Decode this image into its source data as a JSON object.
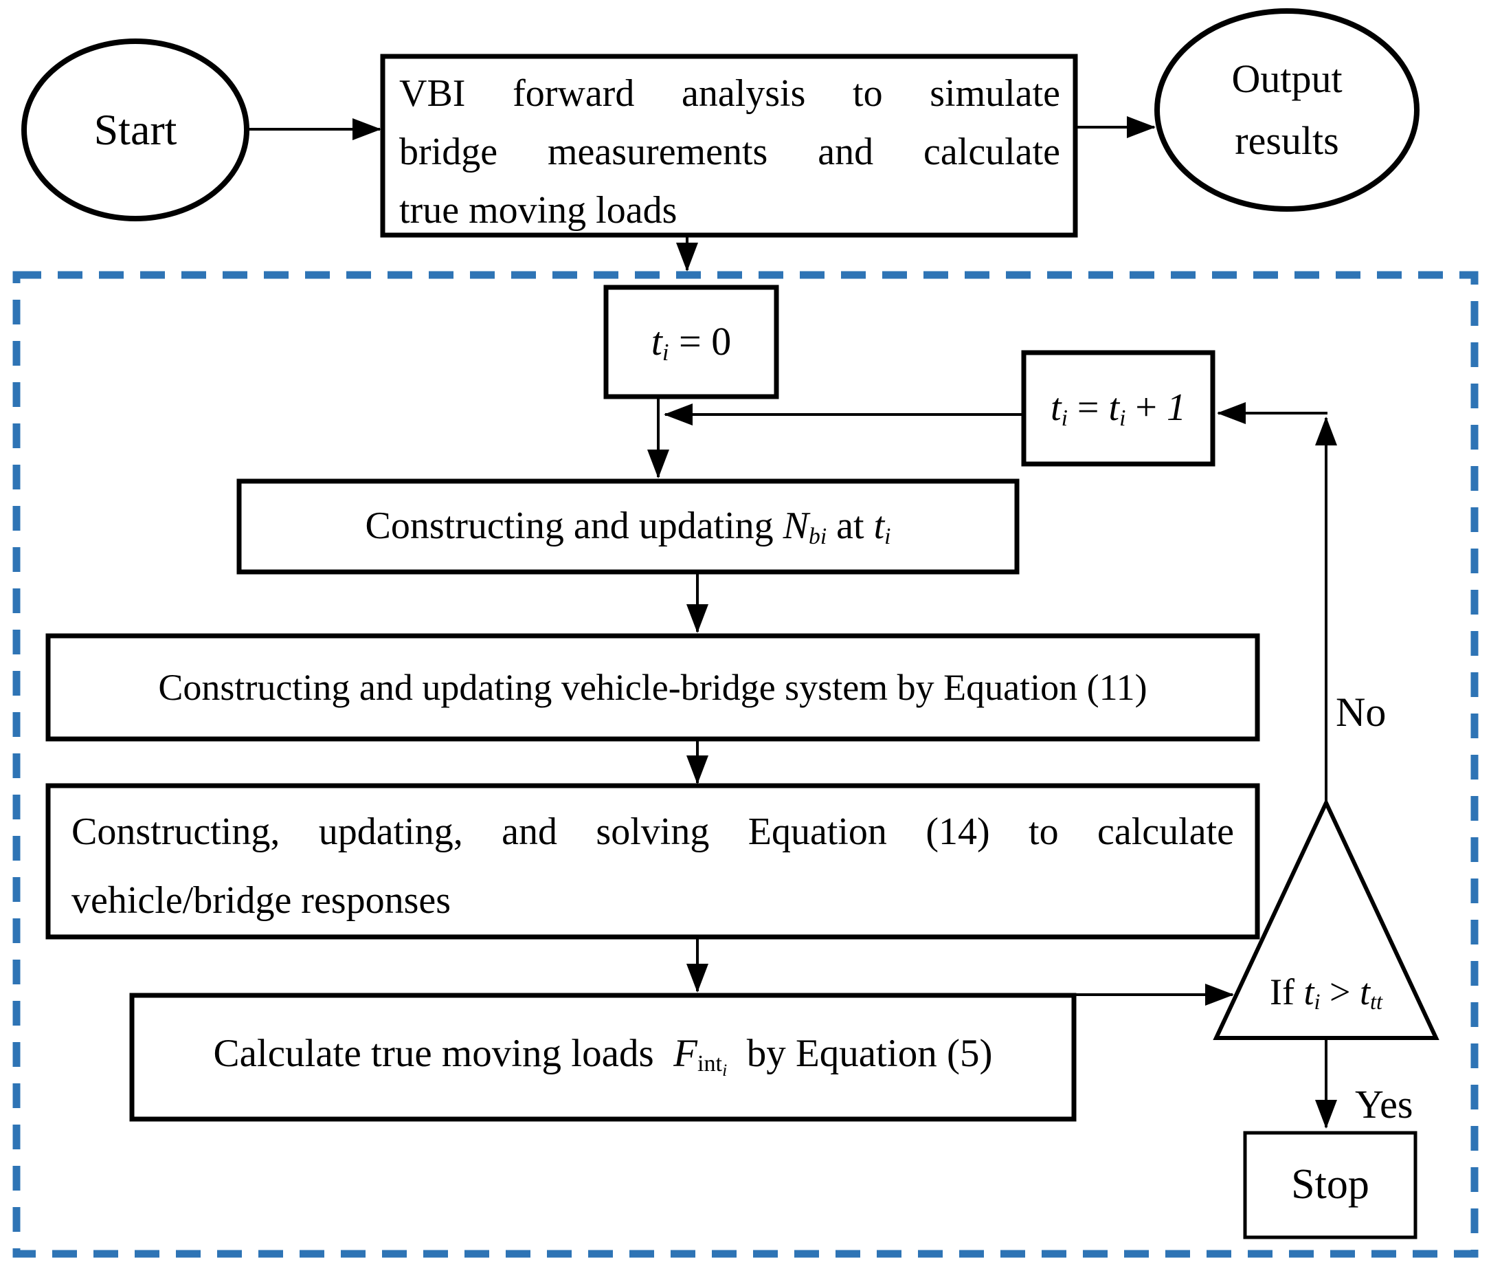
{
  "figure": {
    "colors": {
      "dashed_border": "#2E74B5",
      "stroke": "#000000"
    },
    "nodes": {
      "start": {
        "label": "Start"
      },
      "vbi": {
        "lines": [
          "VBI forward analysis to simulate",
          "bridge measurements and calculate",
          "true moving loads"
        ]
      },
      "output": {
        "lines": [
          "Output",
          "results"
        ]
      },
      "t_init": {
        "segments": [
          {
            "t": "t",
            "s": "var"
          },
          {
            "t": "i",
            "s": "sub"
          },
          {
            "t": " = 0",
            "s": "plain"
          }
        ]
      },
      "t_incr": {
        "segments": [
          {
            "t": "t",
            "s": "var"
          },
          {
            "t": "i",
            "s": "sub"
          },
          {
            "t": " = ",
            "s": "plain"
          },
          {
            "t": "t",
            "s": "var"
          },
          {
            "t": "i",
            "s": "sub"
          },
          {
            "t": " + ",
            "s": "plain"
          },
          {
            "t": "1",
            "s": "var"
          }
        ]
      },
      "nbi": {
        "segments": [
          {
            "t": "Constructing and updating ",
            "s": "plain"
          },
          {
            "t": "N",
            "s": "var"
          },
          {
            "t": "bi",
            "s": "sub"
          },
          {
            "t": " at ",
            "s": "plain"
          },
          {
            "t": "t",
            "s": "var"
          },
          {
            "t": "i",
            "s": "sub"
          }
        ]
      },
      "eq11": {
        "label": "Constructing and updating vehicle-bridge system by Equation (11)"
      },
      "eq14": {
        "lines": [
          "Constructing, updating, and solving Equation (14) to calculate",
          "vehicle/bridge responses"
        ]
      },
      "calc": {
        "segments": [
          {
            "t": "Calculate true moving loads  ",
            "s": "plain"
          },
          {
            "t": "F",
            "s": "var"
          },
          {
            "t": "int",
            "s": "subr"
          },
          {
            "t": "i",
            "s": "subsub"
          },
          {
            "t": "  by Equation (5)",
            "s": "plain"
          }
        ]
      },
      "decision": {
        "segments": [
          {
            "t": "If ",
            "s": "plain"
          },
          {
            "t": "t",
            "s": "var"
          },
          {
            "t": "i",
            "s": "sub"
          },
          {
            "t": " > ",
            "s": "plain"
          },
          {
            "t": "t",
            "s": "var"
          },
          {
            "t": "tt",
            "s": "sub"
          }
        ]
      },
      "stop": {
        "label": "Stop"
      }
    },
    "edges": {
      "no_label": "No",
      "yes_label": "Yes"
    }
  }
}
